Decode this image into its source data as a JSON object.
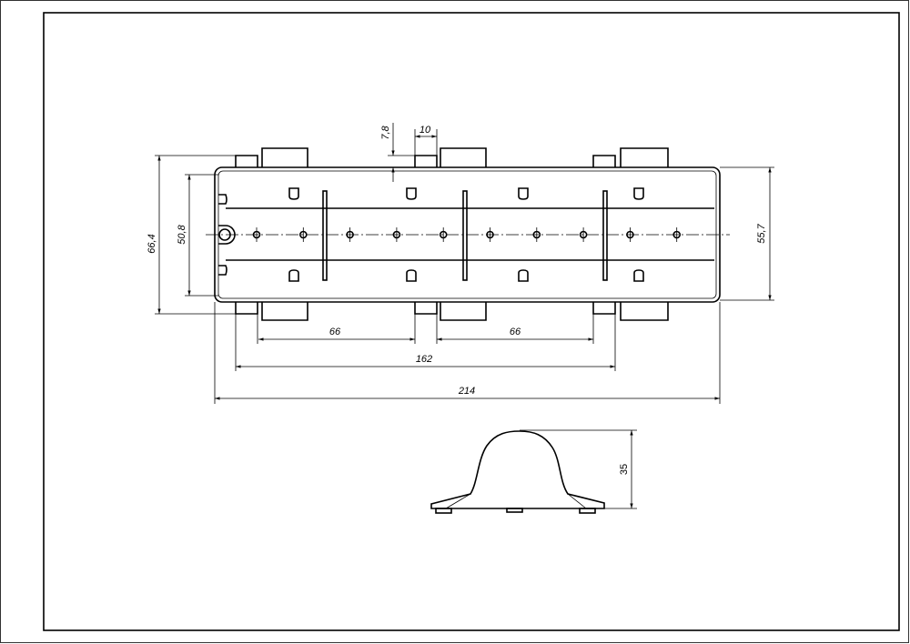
{
  "drawing": {
    "top_view": {
      "dimensions": {
        "overall_height": "66,4",
        "inner_height": "50,8",
        "right_height": "55,7",
        "tab_offset": "7,8",
        "tab_width": "10",
        "pitch_left": "66",
        "pitch_right": "66",
        "tab_span": "162",
        "overall_length": "214"
      },
      "hole_count": 10
    },
    "side_view": {
      "dimensions": {
        "height": "35"
      }
    }
  }
}
